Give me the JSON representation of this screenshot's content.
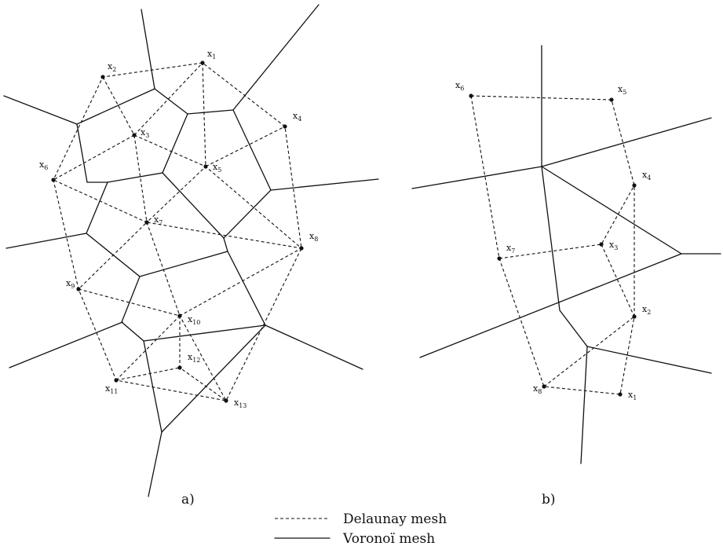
{
  "panels": [
    {
      "caption": "a)",
      "points": [
        {
          "id": "1",
          "label": "x",
          "sub": "1"
        },
        {
          "id": "2",
          "label": "x",
          "sub": "2"
        },
        {
          "id": "3",
          "label": "x",
          "sub": "3"
        },
        {
          "id": "4",
          "label": "x",
          "sub": "4"
        },
        {
          "id": "5",
          "label": "x",
          "sub": "5"
        },
        {
          "id": "6",
          "label": "x",
          "sub": "6"
        },
        {
          "id": "7",
          "label": "x",
          "sub": "7"
        },
        {
          "id": "8",
          "label": "x",
          "sub": "8"
        },
        {
          "id": "9",
          "label": "x",
          "sub": "9"
        },
        {
          "id": "10",
          "label": "x",
          "sub": "10"
        },
        {
          "id": "11",
          "label": "x",
          "sub": "11"
        },
        {
          "id": "12",
          "label": "x",
          "sub": "12"
        },
        {
          "id": "13",
          "label": "x",
          "sub": "13"
        }
      ]
    },
    {
      "caption": "b)",
      "points": [
        {
          "id": "1",
          "label": "x",
          "sub": "1"
        },
        {
          "id": "2",
          "label": "x",
          "sub": "2"
        },
        {
          "id": "3",
          "label": "x",
          "sub": "3"
        },
        {
          "id": "4",
          "label": "x",
          "sub": "4"
        },
        {
          "id": "5",
          "label": "x",
          "sub": "5"
        },
        {
          "id": "6",
          "label": "x",
          "sub": "6"
        },
        {
          "id": "7",
          "label": "x",
          "sub": "7"
        },
        {
          "id": "8",
          "label": "x",
          "sub": "8"
        }
      ]
    }
  ],
  "legend": {
    "delaunay": "Delaunay mesh",
    "voronoi": "Voronoï mesh"
  }
}
